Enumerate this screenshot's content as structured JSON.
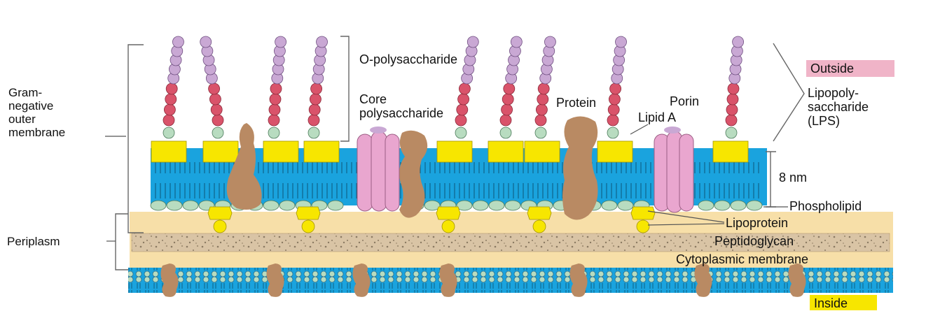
{
  "labels": {
    "gram_negative": [
      "Gram-",
      "negative",
      "outer",
      "membrane"
    ],
    "periplasm": "Periplasm",
    "o_polysaccharide": "O-polysaccharide",
    "core_polysaccharide": [
      "Core",
      "polysaccharide"
    ],
    "protein": "Protein",
    "porin": "Porin",
    "lipid_a": "Lipid A",
    "outside": "Outside",
    "lps": [
      "Lipopoly-",
      "saccharide",
      "(LPS)"
    ],
    "thickness": "8 nm",
    "phospholipid": "Phospholipid",
    "lipoprotein": "Lipoprotein",
    "peptidoglycan": "Peptidoglycan",
    "cytoplasmic_membrane": "Cytoplasmic membrane",
    "inside": "Inside"
  },
  "colors": {
    "membrane_blue": "#1aa3de",
    "lipid_a_yellow": "#f7e600",
    "o_polysaccharide_sugar": "#c9a8d4",
    "core_sugar": "#d9536a",
    "phospholipid_head": "#b8dcc0",
    "protein_brown": "#b98a63",
    "porin_pink": "#e9a6cf",
    "periplasm_tan": "#f7dfa8",
    "peptidoglycan": "#d9c4a5",
    "outside_box": "#f0b4c8",
    "inside_box": "#f7e600"
  }
}
